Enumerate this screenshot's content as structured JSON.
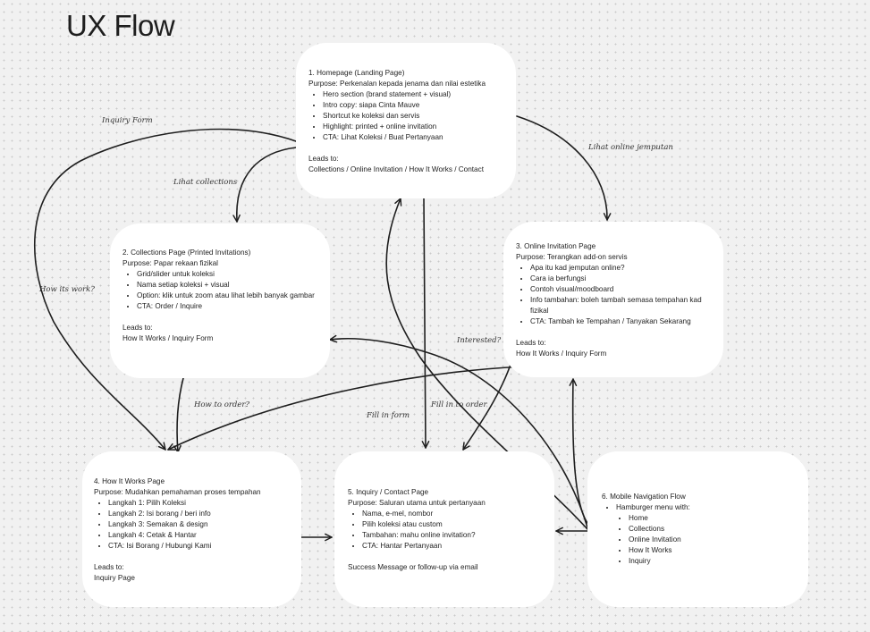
{
  "page_title": "UX Flow",
  "cards": {
    "homepage": {
      "heading": "1. Homepage (Landing Page)",
      "purpose": "Purpose: Perkenalan kepada jenama dan nilai estetika",
      "bullets": [
        "Hero section (brand statement + visual)",
        "Intro copy: siapa Cinta Mauve",
        "Shortcut ke koleksi dan servis",
        "Highlight: printed + online invitation",
        "CTA: Lihat Koleksi / Buat Pertanyaan"
      ],
      "leads_label": "Leads to:",
      "leads": "Collections / Online Invitation / How It Works / Contact"
    },
    "collections": {
      "heading": "2. Collections Page (Printed Invitations)",
      "purpose": "Purpose: Papar rekaan fizikal",
      "bullets": [
        "Grid/slider untuk koleksi",
        "Nama setiap koleksi + visual",
        "Option: klik untuk zoom atau lihat lebih banyak gambar",
        "CTA: Order / Inquire"
      ],
      "leads_label": "Leads to:",
      "leads": "How It Works / Inquiry Form"
    },
    "online": {
      "heading": "3. Online Invitation Page",
      "purpose": "Purpose: Terangkan add-on servis",
      "bullets": [
        "Apa itu kad jemputan online?",
        "Cara ia berfungsi",
        "Contoh visual/moodboard",
        "Info tambahan: boleh tambah semasa tempahan kad fizikal",
        "CTA: Tambah ke Tempahan / Tanyakan Sekarang"
      ],
      "leads_label": "Leads to:",
      "leads": "How It Works / Inquiry Form"
    },
    "howitworks": {
      "heading": "4. How It Works Page",
      "purpose": "Purpose: Mudahkan pemahaman proses tempahan",
      "bullets": [
        "Langkah 1: Pilih Koleksi",
        "Langkah 2: Isi borang / beri info",
        "Langkah 3: Semakan & design",
        "Langkah 4: Cetak & Hantar",
        "CTA: Isi Borang / Hubungi Kami"
      ],
      "leads_label": "Leads to:",
      "leads": "Inquiry Page"
    },
    "inquiry": {
      "heading": "5. Inquiry / Contact Page",
      "purpose": "Purpose: Saluran utama untuk pertanyaan",
      "bullets": [
        "Nama, e-mel, nombor",
        "Pilih koleksi atau custom",
        "Tambahan: mahu online invitation?",
        "CTA: Hantar Pertanyaan"
      ],
      "footer": "Success Message or follow-up via email"
    },
    "mobile": {
      "heading": "6. Mobile Navigation Flow",
      "bullet": "Hamburger menu with:",
      "subitems": [
        "Home",
        "Collections",
        "Online Invitation",
        "How It Works",
        "Inquiry"
      ]
    }
  },
  "arrow_labels": {
    "inquiry_form": "Inquiry Form",
    "lihat_collections": "Lihat collections",
    "lihat_online": "Lihat online jemputan",
    "how_its_work": "How its work?",
    "how_to_order": "How to order?",
    "interested": "Interested?",
    "fill_in_form": "Fill in form",
    "fill_in_to_order": "Fill in to order"
  },
  "colors": {
    "background": "#f1f1f1",
    "card": "#ffffff",
    "text": "#1e1e1e",
    "arrow": "#1e1e1e"
  }
}
